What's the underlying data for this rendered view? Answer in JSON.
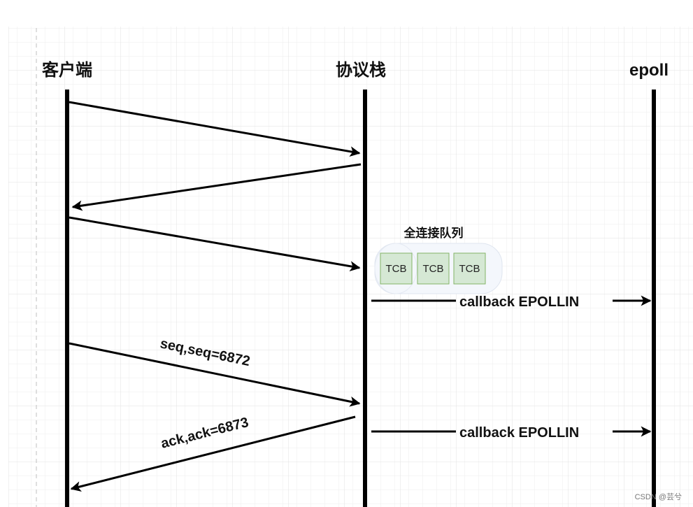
{
  "actors": {
    "client": "客户端",
    "stack": "协议栈",
    "epoll": "epoll"
  },
  "queue": {
    "title": "全连接队列",
    "items": [
      "TCB",
      "TCB",
      "TCB"
    ]
  },
  "messages": {
    "callback_1": "callback EPOLLIN",
    "callback_2": "callback EPOLLIN",
    "seq": "seq,seq=6872",
    "ack": "ack,ack=6873"
  },
  "watermark": "CSDN @芸兮",
  "colors": {
    "line": "#000000",
    "tcb_fill": "#d5e8d4",
    "tcb_stroke": "#82b366",
    "queue_fill": "#f4f7fc",
    "queue_stroke": "#dfe5ef",
    "grid": "#e6e6e6"
  }
}
